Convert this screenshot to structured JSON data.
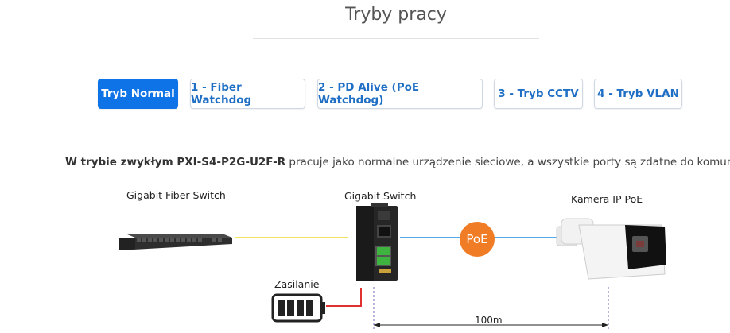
{
  "section_title": "Tryby pracy",
  "tabs": [
    {
      "label": "Tryb Normal",
      "active": true
    },
    {
      "label": "1 - Fiber Watchdog",
      "active": false
    },
    {
      "label": "2 - PD Alive (PoE Watchdog)",
      "active": false
    },
    {
      "label": "3 - Tryb CCTV",
      "active": false
    },
    {
      "label": "4 - Tryb VLAN",
      "active": false
    }
  ],
  "description": {
    "bold": "W trybie zwykłym PXI-S4-P2G-U2F-R",
    "text": " pracuje jako normalne urządzenie sieciowe, a wszystkie porty są zdatne do komunikacji."
  },
  "diagram": {
    "fiber_switch_label": "Gigabit Fiber Switch",
    "switch_label": "Gigabit Switch",
    "camera_label": "Kamera IP PoE",
    "power_label": "Zasilanie",
    "poe_badge": "PoE",
    "distance": "100m"
  },
  "colors": {
    "accent": "#0d73e6",
    "tab_text": "#1f6fc5",
    "poe_badge": "#f07c25",
    "fiber_line": "#f2e45c",
    "ethernet_line": "#56a9e8",
    "power_line": "#e03030"
  }
}
